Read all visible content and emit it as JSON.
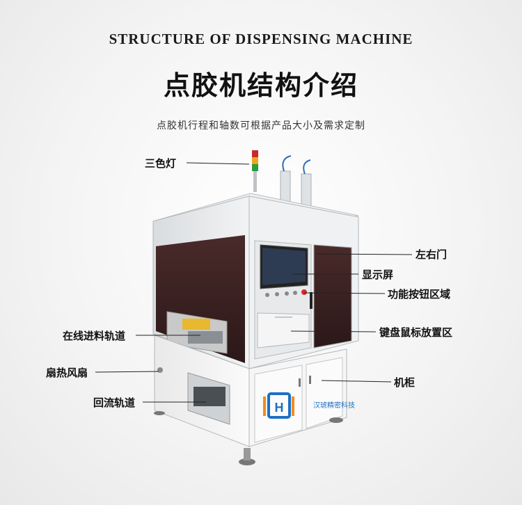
{
  "header": {
    "title_en": "STRUCTURE OF DISPENSING MACHINE",
    "title_cn": "点胶机结构介绍",
    "subtitle": "点胶机行程和轴数可根据产品大小及需求定制"
  },
  "callouts": {
    "tri_light": "三色灯",
    "doors": "左右门",
    "display": "显示屏",
    "buttons": "功能按钮区域",
    "conveyor": "在线进料轨道",
    "keyboard": "键盘鼠标放置区",
    "fan": "扇热风扇",
    "cabinet": "机柜",
    "return_track": "回流轨道"
  },
  "logo": {
    "text": "汉琥精密科技",
    "colors": {
      "orange": "#f28c1e",
      "blue": "#1d6fc4"
    }
  }
}
